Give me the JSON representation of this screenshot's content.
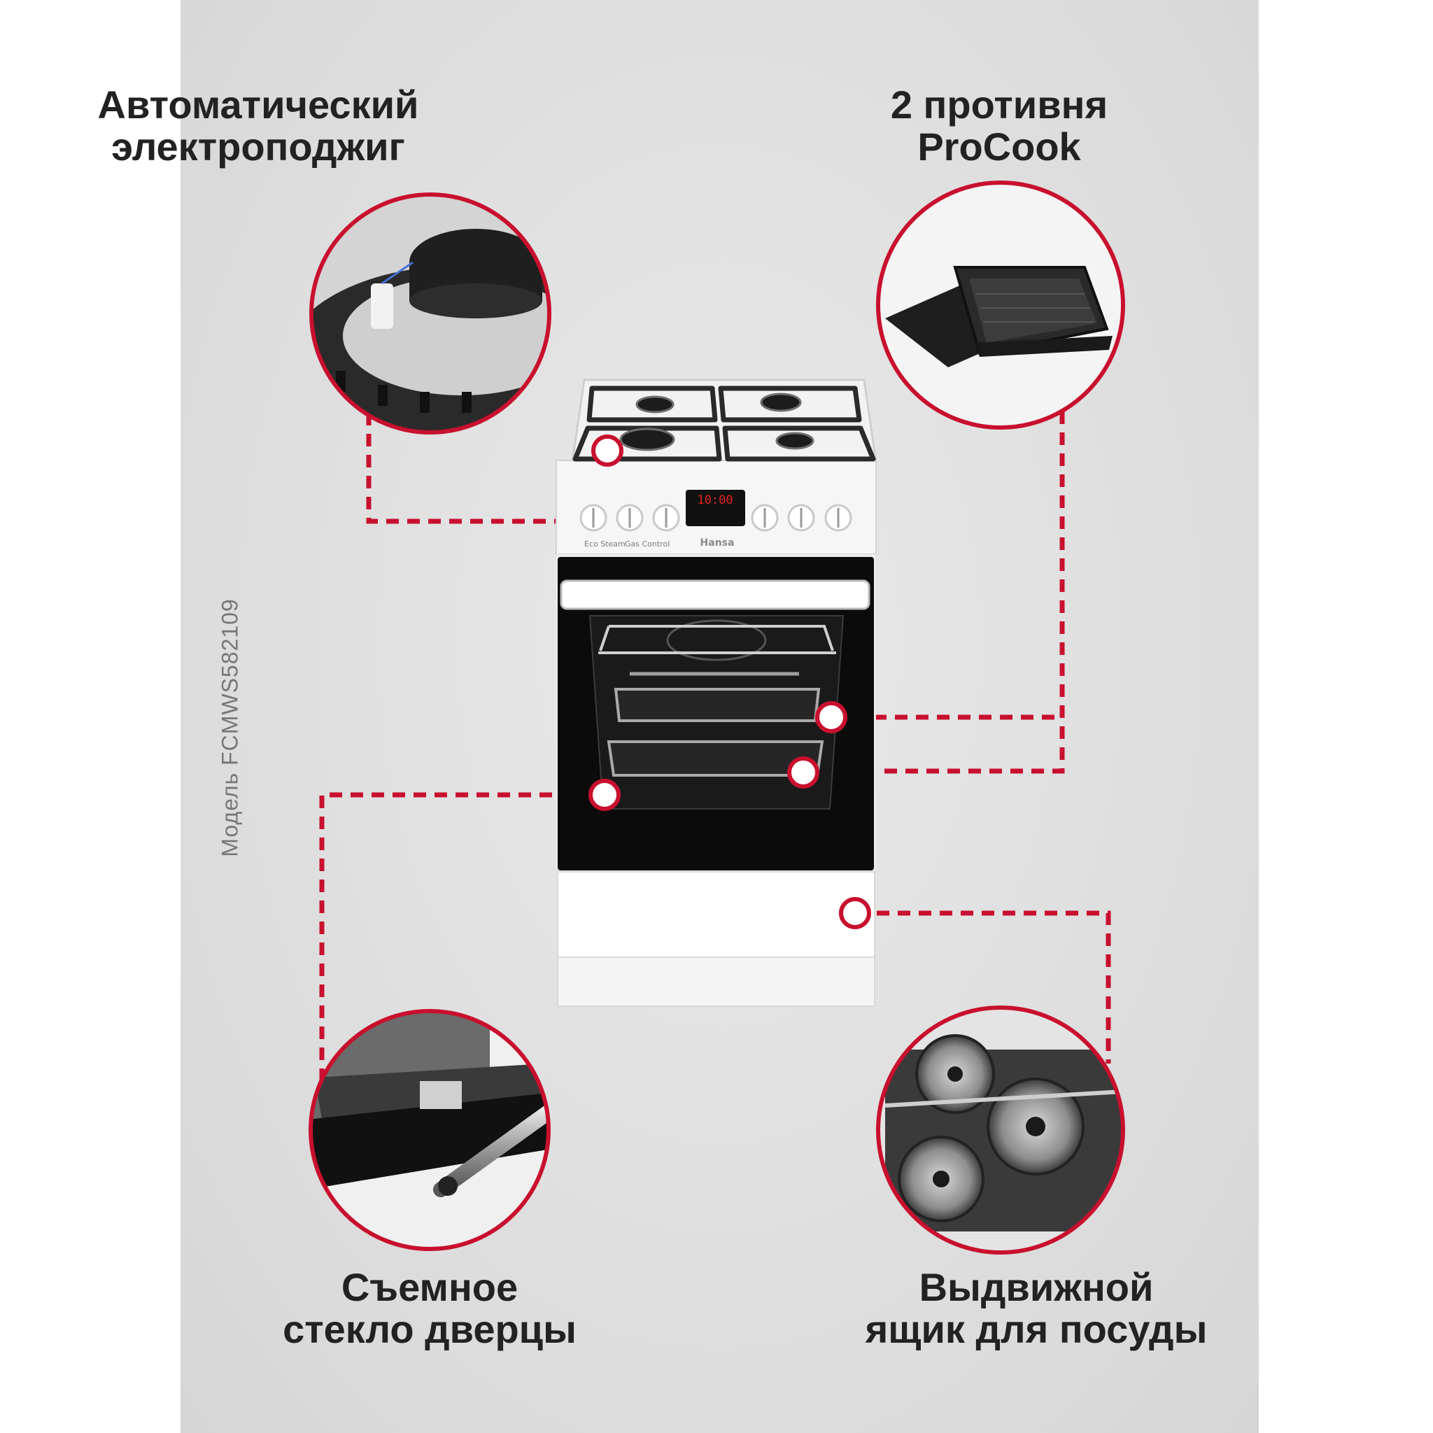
{
  "features": {
    "ignition": "Автоматический\nэлектроподжиг",
    "trays": "2 противня\nProCook",
    "glass": "Съемное\nстекло дверцы",
    "drawer": "Выдвижной\nящик для посуды"
  },
  "model_label": "Модель FCMWS582109",
  "stove": {
    "display_time": "10:00",
    "brand": "Hansa",
    "badge_1": "Eco Steam",
    "badge_2": "Gas Control"
  },
  "colors": {
    "accent": "#c8102e",
    "background": "#dedede",
    "appliance": "#ffffff",
    "glass": "#0b0b0b"
  }
}
